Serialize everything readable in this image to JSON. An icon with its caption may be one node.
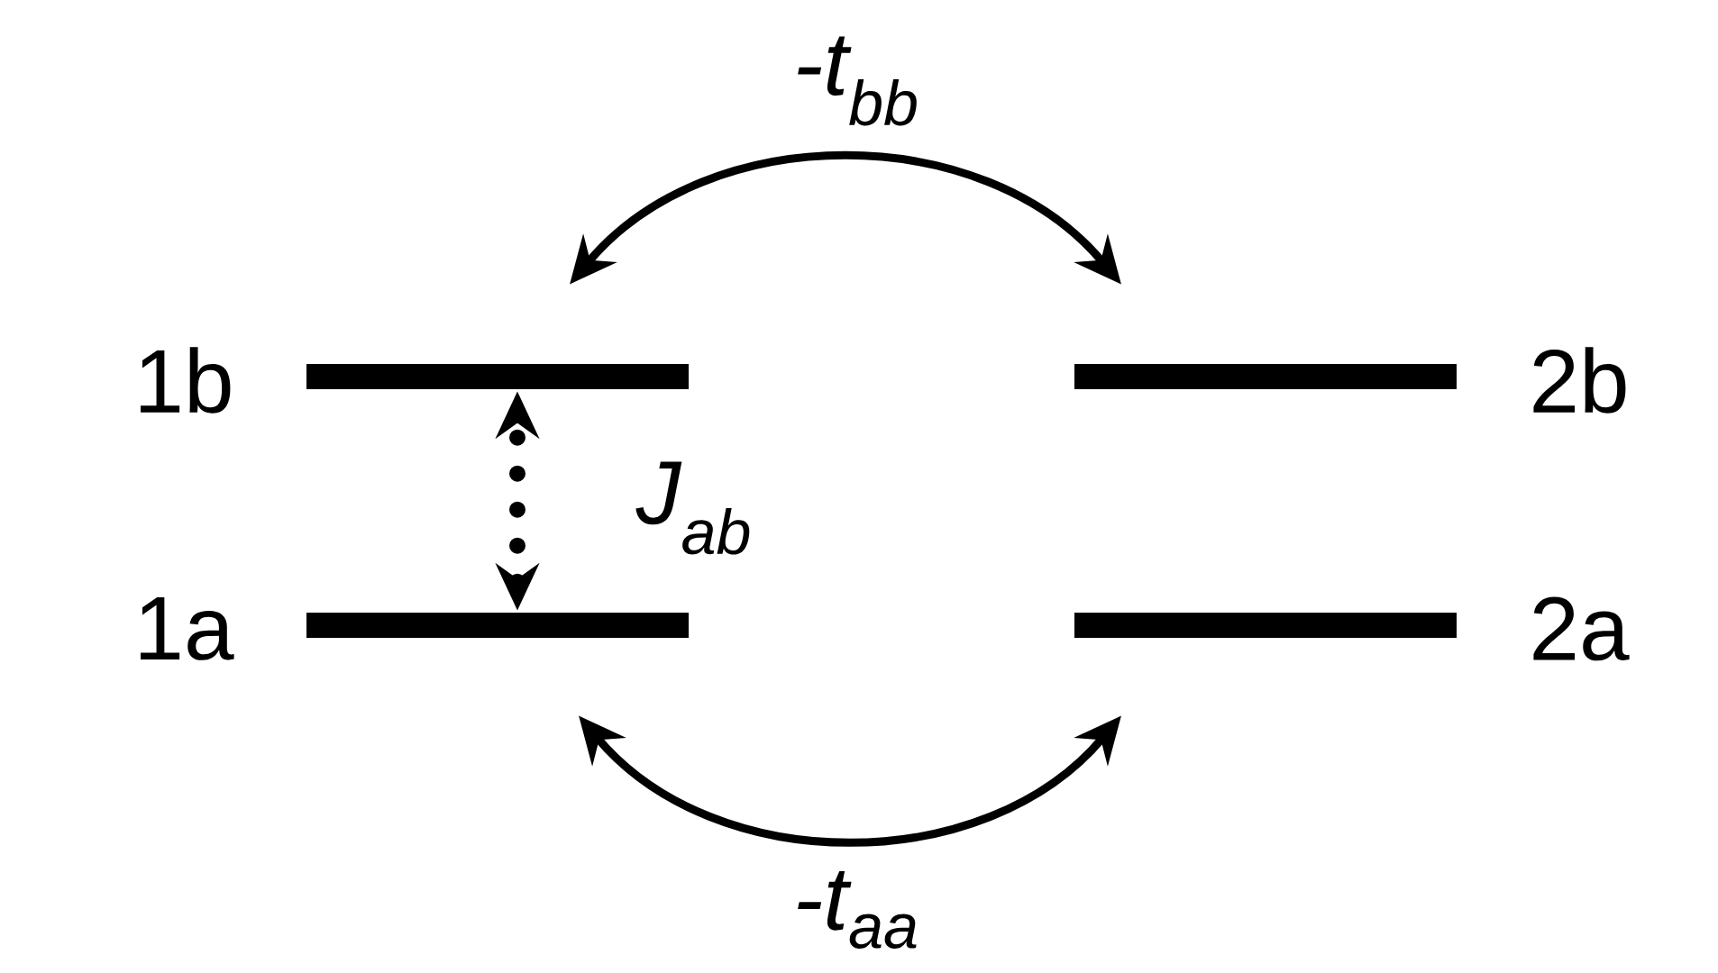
{
  "diagram": {
    "nodes": [
      {
        "text": [],
        "shape": "bar",
        "beside": [
          "1b"
        ]
      },
      {
        "text": [],
        "shape": "bar",
        "beside": [
          "2b"
        ]
      },
      {
        "text": [],
        "shape": "bar",
        "beside": [
          "1a"
        ]
      },
      {
        "text": [],
        "shape": "bar",
        "beside": [
          "2a"
        ]
      }
    ],
    "edges": [
      {
        "from": 0,
        "to": 1,
        "arrow": "both",
        "label": "-t$_{bb}$"
      },
      {
        "from": 2,
        "to": 0,
        "arrow": "both",
        "label": "J$_{ab}$",
        "style": "dashed"
      },
      {
        "from": 2,
        "to": 3,
        "arrow": "both",
        "label": "-t$_{aa}$"
      }
    ]
  }
}
